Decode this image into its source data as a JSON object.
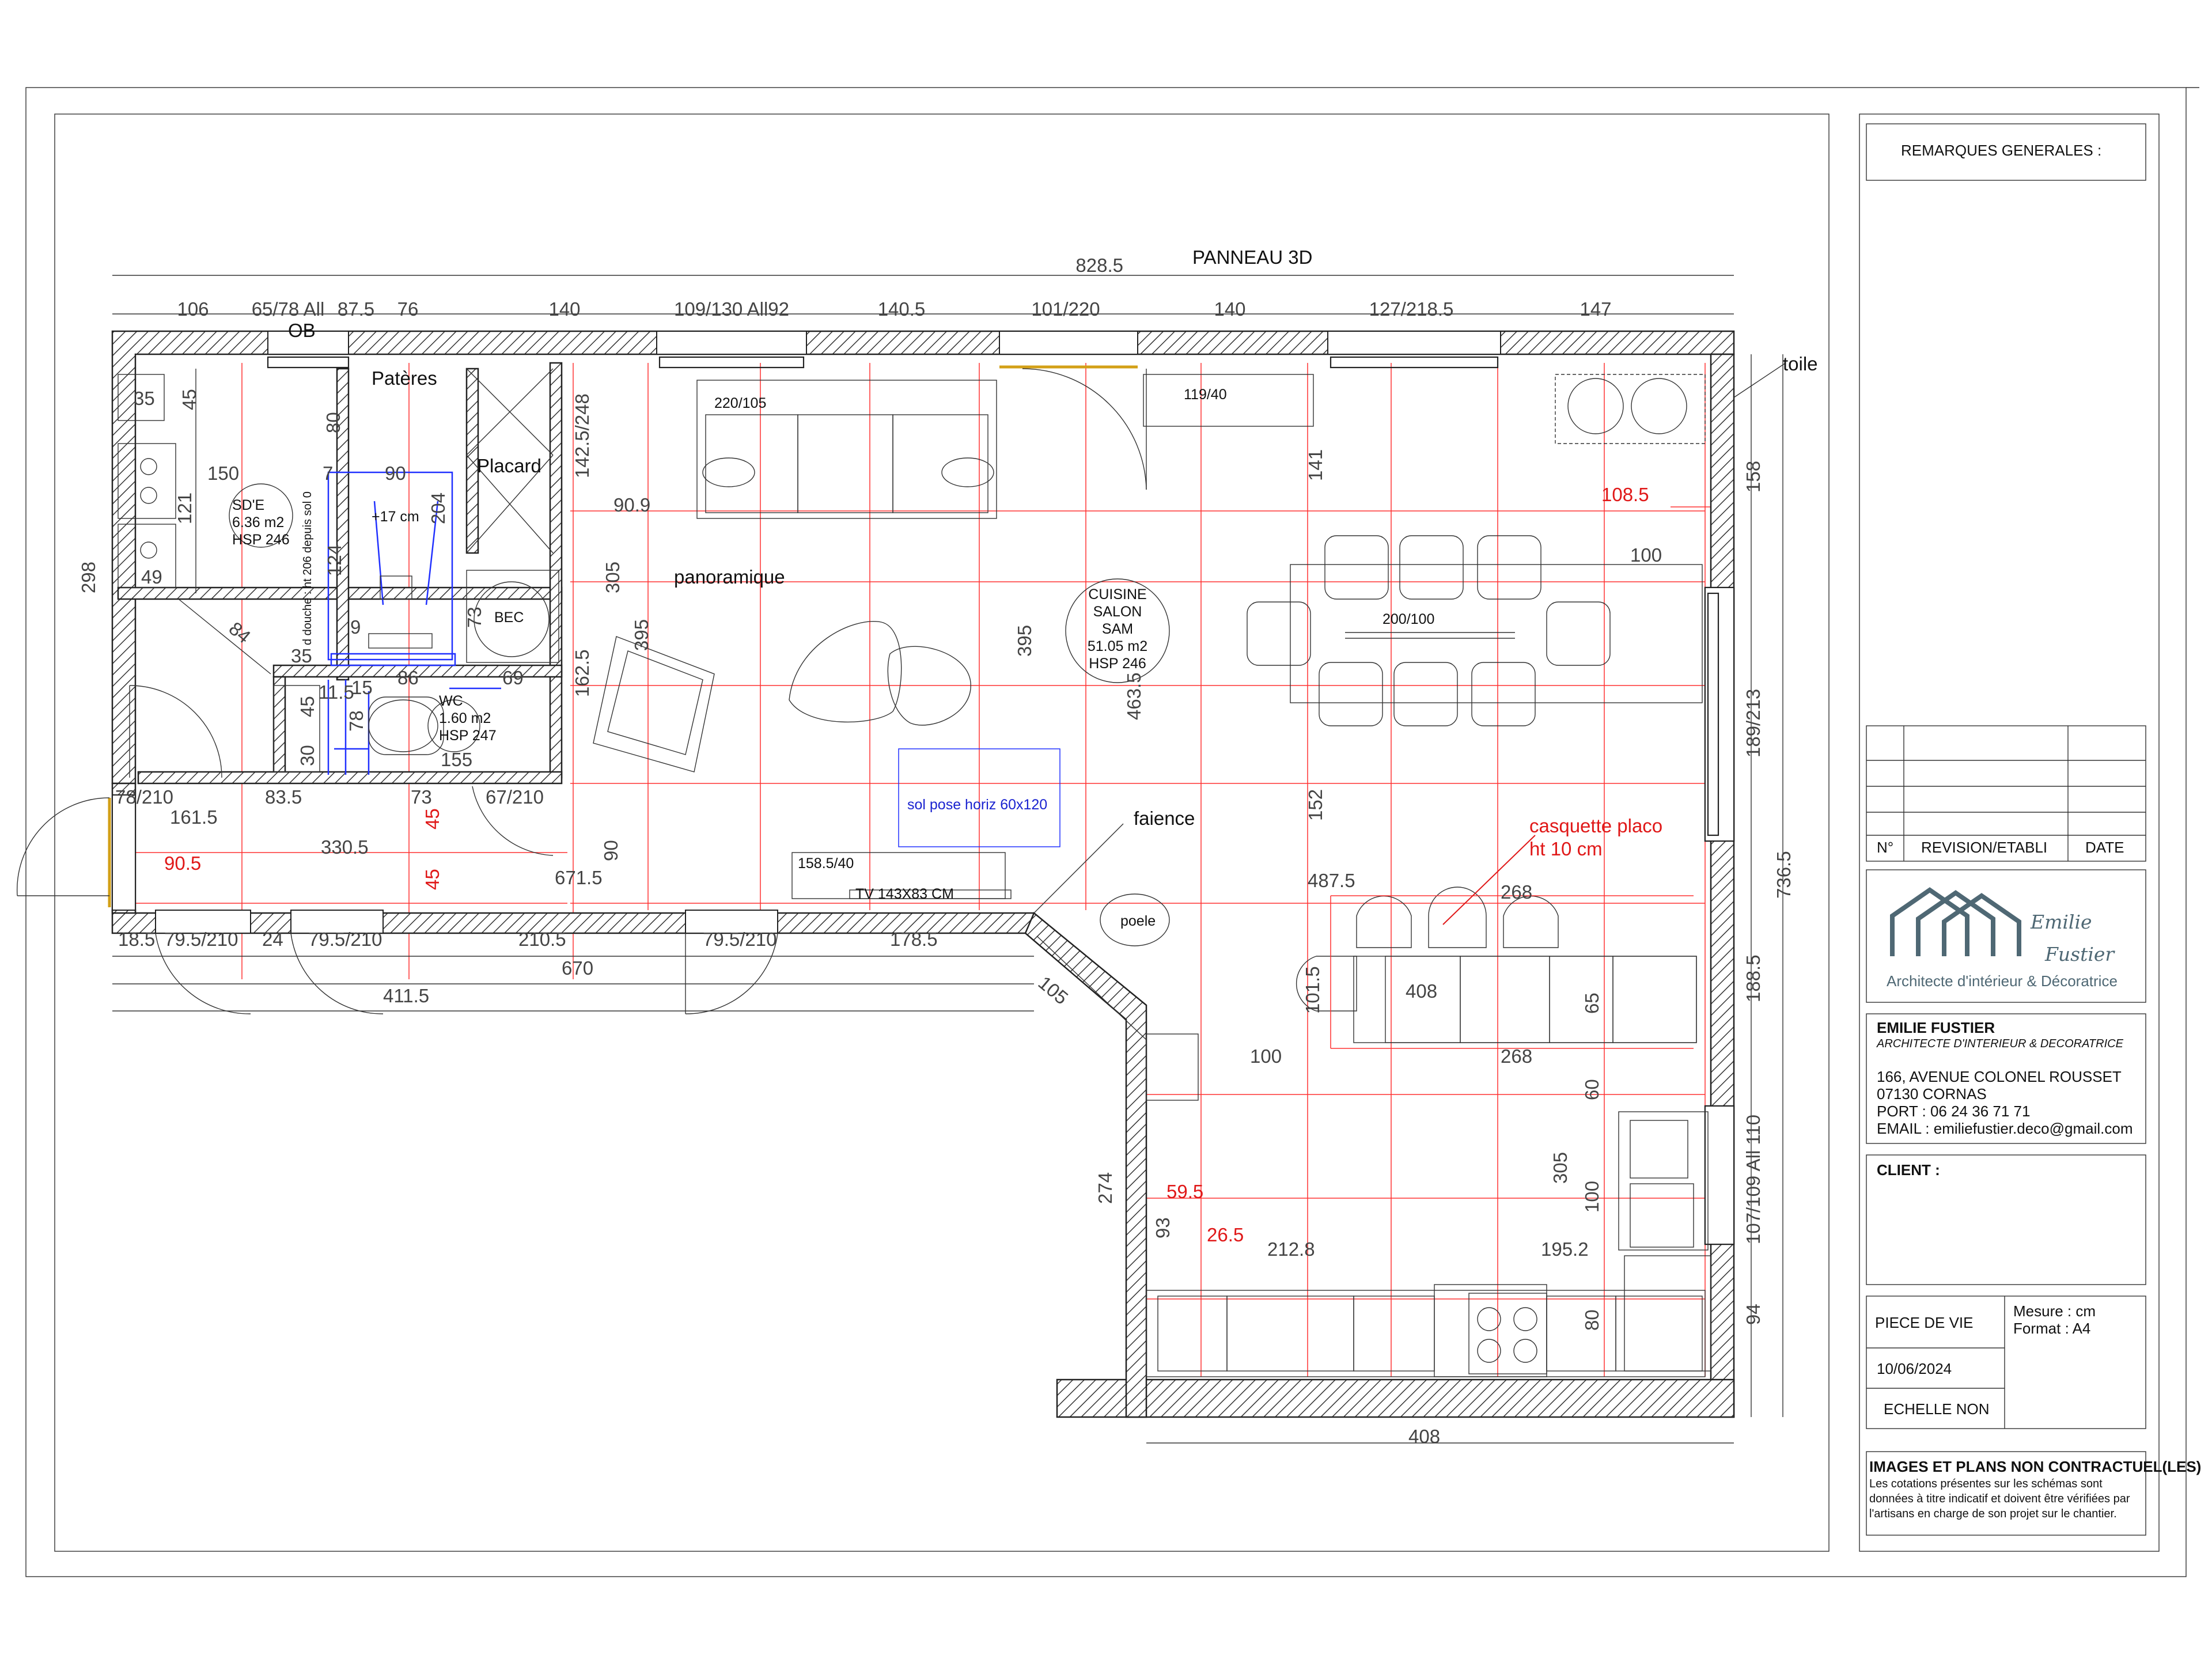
{
  "header": {
    "overall_width": "828.5",
    "panneau_3d": "PANNEAU 3D",
    "top_dims": [
      "106",
      "65/78 All",
      "87.5",
      "76",
      "140",
      "109/130 All92",
      "140.5",
      "101/220",
      "140",
      "127/218.5",
      "147"
    ],
    "ob": "OB"
  },
  "labels": {
    "pateres": "Patères",
    "placard": "Placard",
    "bec": "BEC",
    "sde_name": "SD'E",
    "sde_area": "6.36 m2",
    "sde_hsp": "HSP 246",
    "wc_name": "WC",
    "wc_area": "1.60 m2",
    "wc_hsp": "HSP 247",
    "shower_note": "+17 cm",
    "shower_vertical": "d douche : ht 206 depuis sol 0",
    "main_name1": "CUISINE",
    "main_name2": "SALON",
    "main_name3": "SAM",
    "main_area": "51.05 m2",
    "main_hsp": "HSP 246",
    "panoramique": "panoramique",
    "toile": "toile",
    "faience": "faience",
    "poele": "poele",
    "sofa": "220/105",
    "bench": "119/40",
    "table": "200/100",
    "tv_unit": "158.5/40",
    "tv": "TV 143X83 CM",
    "sol_pose": "sol pose horiz 60x120",
    "casquette1": "casquette placo",
    "casquette2": "ht 10 cm"
  },
  "dims": {
    "d35a": "35",
    "d45a": "45",
    "d150": "150",
    "d7": "7",
    "d90a": "90",
    "d80": "80",
    "d204": "204",
    "d121": "121",
    "d49": "49",
    "d124": "124",
    "d9": "9",
    "d298": "298",
    "d84": "84",
    "d35b": "35",
    "d45b": "45",
    "d115": "11.5",
    "d15": "15",
    "d78": "78",
    "d30": "30",
    "d86": "86",
    "d73a": "73",
    "d69": "69",
    "d155": "155",
    "d1425": "142.5/248",
    "d909": "90.9",
    "d305a": "305",
    "d1625": "162.5",
    "d395a": "395",
    "d395b": "395",
    "d4635": "463.5",
    "d141": "141",
    "d152": "152",
    "d100a": "100",
    "d158": "158",
    "d1085": "108.5",
    "d189": "189/213",
    "d7365": "736.5",
    "d1885": "188.5",
    "d107": "107/109 All 110",
    "d94": "94",
    "d78210": "78/210",
    "d835": "83.5",
    "d73b": "73",
    "d67210": "67/210",
    "d1615": "161.5",
    "d3305": "330.5",
    "d905": "90.5",
    "d45r1": "45",
    "d45r2": "45",
    "d90b": "90",
    "d6715": "671.5",
    "d185": "18.5",
    "d795a": "79.5/210",
    "d24": "24",
    "d795b": "79.5/210",
    "d2105": "210.5",
    "d795c": "79.5/210",
    "d1785": "178.5",
    "d670": "670",
    "d4115": "411.5",
    "d105": "105",
    "d4875": "487.5",
    "d268a": "268",
    "d1015": "101.5",
    "d408a": "408",
    "d65": "65",
    "d268b": "268",
    "d100b": "100",
    "d60": "60",
    "d305b": "305",
    "d100c": "100",
    "d274": "274",
    "d595": "59.5",
    "d93": "93",
    "d265": "26.5",
    "d2128": "212.8",
    "d1952": "195.2",
    "d80b": "80",
    "d408b": "408"
  },
  "title_block": {
    "remarques": "REMARQUES GENERALES :",
    "rev_no": "N°",
    "rev_label": "REVISION/ETABLI",
    "rev_date": "DATE",
    "logo_name1": "Emilie",
    "logo_name2": "Fustier",
    "logo_tagline": "Architecte d'intérieur & Décoratrice",
    "company": "EMILIE FUSTIER",
    "company_sub": "ARCHITECTE D'INTERIEUR & DECORATRICE",
    "addr1": "166, AVENUE COLONEL ROUSSET",
    "addr2": "07130 CORNAS",
    "phone": "PORT : 06 24 36 71 71",
    "email": "EMAIL : emiliefustier.deco@gmail.com",
    "client": "CLIENT :",
    "piece": "PIECE DE VIE",
    "mesure": "Mesure : cm",
    "format": "Format : A4",
    "date": "10/06/2024",
    "echelle": "ECHELLE  NON",
    "disclaimer_title": "IMAGES ET PLANS NON CONTRACTUEL(LES)",
    "disclaimer_1": "Les cotations présentes sur les schémas sont",
    "disclaimer_2": "données à titre indicatif et doivent être vérifiées par",
    "disclaimer_3": "l'artisans en charge de son projet sur le chantier."
  },
  "colors": {
    "dimension_red": "#e01818",
    "shower_blue": "#2030ff",
    "logo_grey": "#4f6874"
  }
}
